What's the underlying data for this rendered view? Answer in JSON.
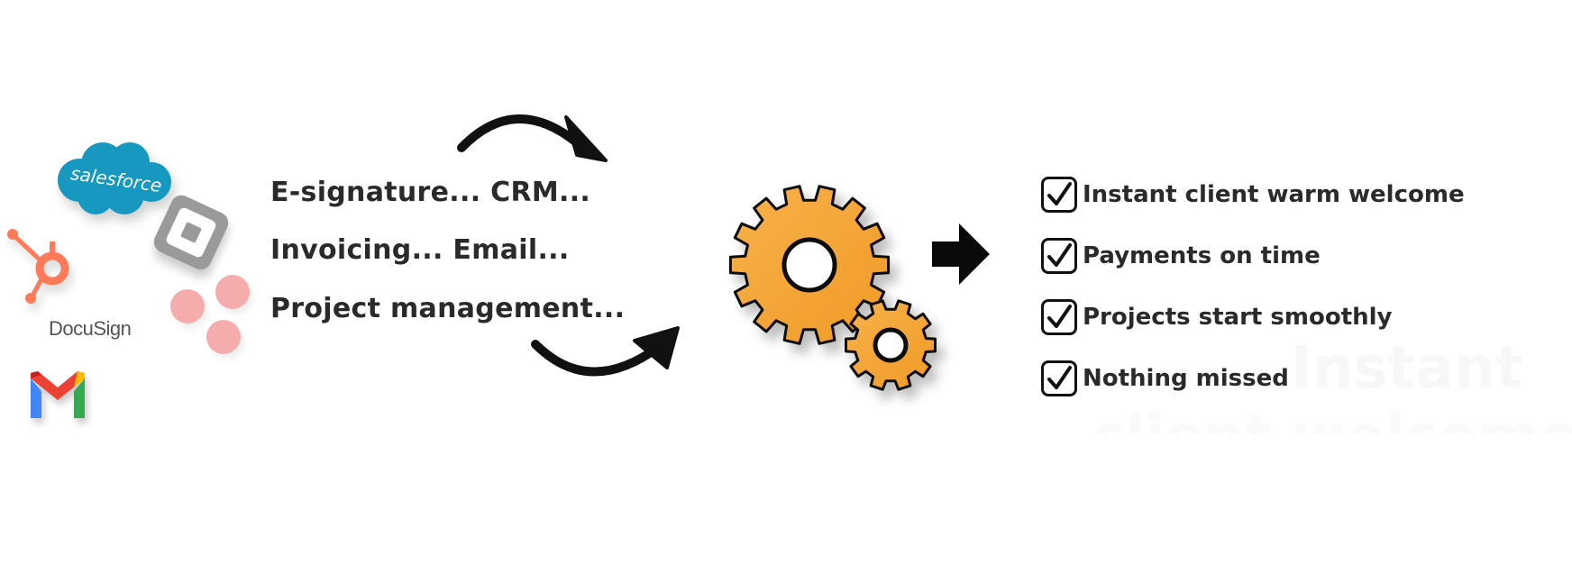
{
  "logos": {
    "salesforce": "salesforce",
    "docusign": "DocuSign"
  },
  "tools": {
    "line1": "E-signature... CRM...",
    "line2": "Invoicing... Email...",
    "line3": "Project management..."
  },
  "outcomes": [
    {
      "label": "Instant client warm welcome"
    },
    {
      "label": "Payments on time"
    },
    {
      "label": "Projects start smoothly"
    },
    {
      "label": "Nothing missed"
    }
  ],
  "background_text": {
    "word1": "Instant",
    "word2": "client welcome"
  },
  "colors": {
    "gear": "#F6A534",
    "salesforce": "#1798C1",
    "hubspot": "#FF7A59",
    "asana": "#F06A6A",
    "text": "#2A2A2A"
  },
  "icons": [
    "salesforce-logo",
    "square-logo",
    "hubspot-logo",
    "asana-logo",
    "docusign-logo",
    "gmail-logo",
    "curved-arrow",
    "gear-icon",
    "right-arrow-icon",
    "checkbox-icon"
  ]
}
